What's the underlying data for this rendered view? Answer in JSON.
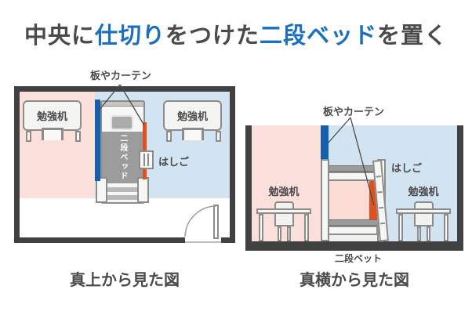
{
  "title": {
    "segments": [
      {
        "text": "中央に",
        "style": "dark"
      },
      {
        "text": "仕切り",
        "style": "blue"
      },
      {
        "text": "をつけた",
        "style": "dark"
      },
      {
        "text": "二段ベッド",
        "style": "blue"
      },
      {
        "text": "を置く",
        "style": "dark"
      }
    ]
  },
  "colors": {
    "title_accent_blue": "#1b6fc0",
    "partition_blue": "#1460af",
    "partition_orange": "#e2501e",
    "zone_pink": "#fadfda",
    "zone_light_blue": "#d2e3f2",
    "wall_dark": "#414141",
    "text_dark": "#4a4a4a"
  },
  "top_view": {
    "partition_label": "板やカーテン",
    "desk_left_label": "勉強机",
    "desk_right_label": "勉強机",
    "ladder_label": "はしご",
    "bed_text": "二段ベッド",
    "caption": "真上から見た図"
  },
  "side_view": {
    "partition_label": "板やカーテン",
    "desk_left_label": "勉強机",
    "desk_right_label": "勉強机",
    "ladder_label": "はしご",
    "bed_label": "二段ベット",
    "caption": "真横から見た図"
  }
}
